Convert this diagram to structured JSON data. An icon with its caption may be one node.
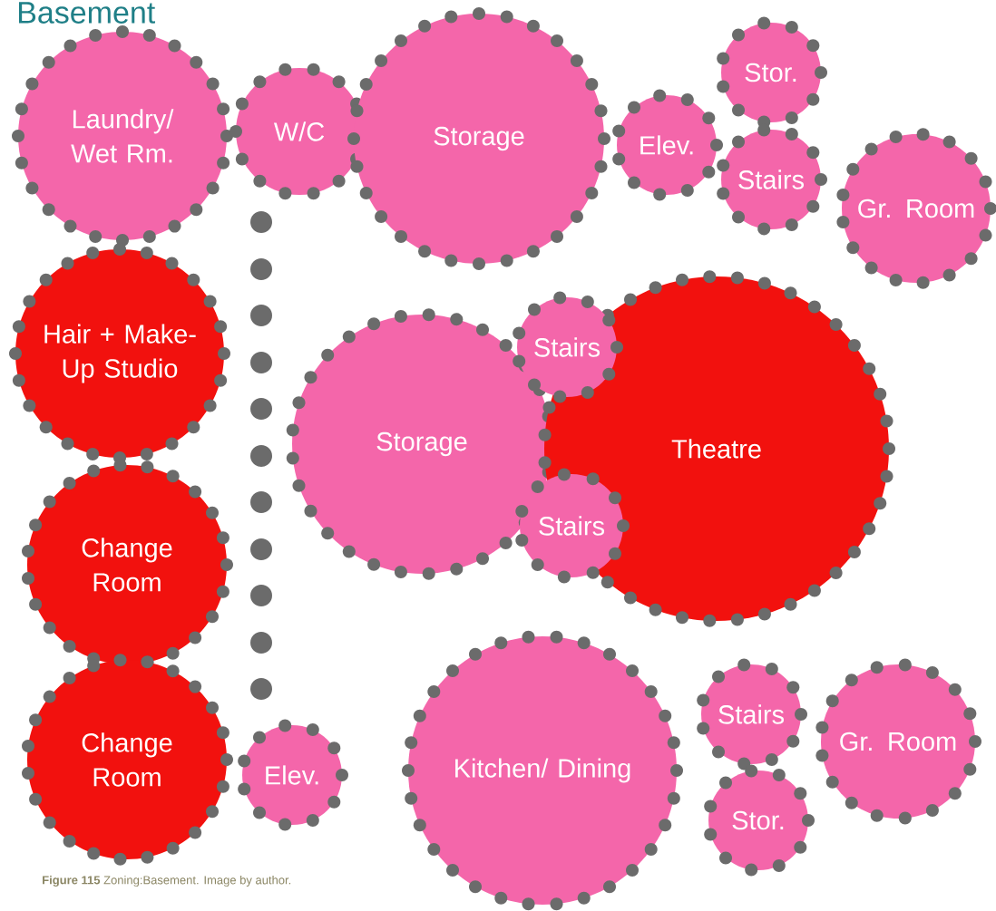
{
  "diagram": {
    "title": "Basement",
    "caption": "**Figure 115** Zoning:Basement. Image by author.",
    "nodes": [
      {
        "text": [
          "Laundry/ Wet Rm."
        ]
      },
      {
        "text": [
          "W/C"
        ]
      },
      {
        "text": [
          "Storage"
        ]
      },
      {
        "text": [
          "Elev."
        ]
      },
      {
        "text": [
          "Stor."
        ]
      },
      {
        "text": [
          "Stairs"
        ]
      },
      {
        "text": [
          "Gr. Room"
        ]
      },
      {
        "text": [
          "Hair + Make-Up Studio"
        ]
      },
      {
        "text": [
          "Storage"
        ]
      },
      {
        "text": [
          "Theatre"
        ]
      },
      {
        "text": [
          "Stairs"
        ]
      },
      {
        "text": [
          "Stairs"
        ]
      },
      {
        "text": [
          "Change Room"
        ]
      },
      {
        "text": [
          "Change Room"
        ]
      },
      {
        "text": [
          "Elev."
        ]
      },
      {
        "text": [
          "Kitchen/ Dining"
        ]
      },
      {
        "text": [
          "Stairs"
        ]
      },
      {
        "text": [
          "Gr. Room"
        ]
      },
      {
        "text": [
          "Stor."
        ]
      }
    ]
  }
}
